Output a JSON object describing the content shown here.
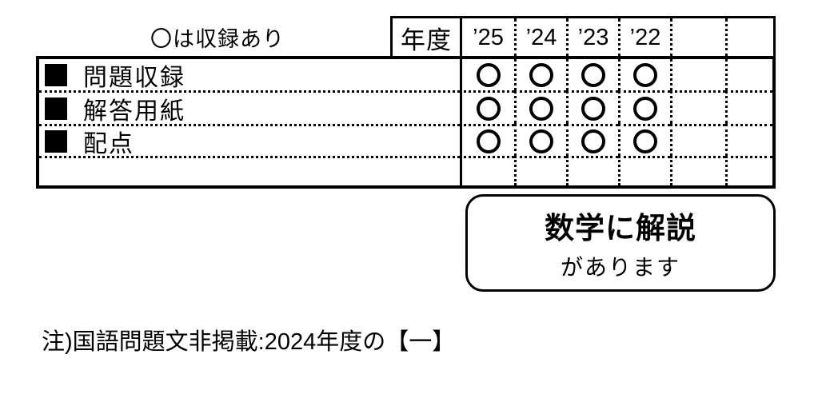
{
  "caption": "〇は収録あり",
  "table": {
    "year_header_label": "年度",
    "year_columns": [
      "’25",
      "’24",
      "’23",
      "’22",
      "",
      ""
    ],
    "rows": [
      {
        "marker": "■",
        "label": "問題収録",
        "values": [
          true,
          true,
          true,
          true,
          false,
          false
        ]
      },
      {
        "marker": "■",
        "label": "解答用紙",
        "values": [
          true,
          true,
          true,
          true,
          false,
          false
        ]
      },
      {
        "marker": "■",
        "label": "配点",
        "values": [
          true,
          true,
          true,
          true,
          false,
          false
        ]
      },
      {
        "marker": "",
        "label": "",
        "values": [
          false,
          false,
          false,
          false,
          false,
          false
        ]
      }
    ]
  },
  "callout": {
    "line1": "数学に解説",
    "line2": "があります"
  },
  "note": "注)国語問題文非掲載:2024年度の【一】",
  "colors": {
    "ink": "#000000",
    "paper": "#ffffff"
  }
}
